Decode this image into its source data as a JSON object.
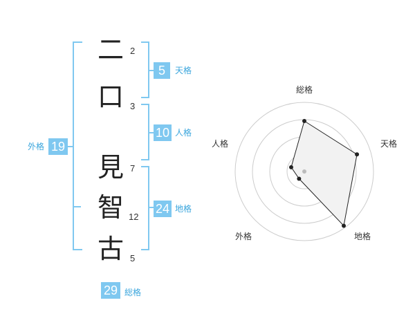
{
  "name": {
    "characters": [
      {
        "char": "二",
        "strokes": "2"
      },
      {
        "char": "口",
        "strokes": "3"
      },
      {
        "char": "見",
        "strokes": "7"
      },
      {
        "char": "智",
        "strokes": "12"
      },
      {
        "char": "古",
        "strokes": "5"
      }
    ]
  },
  "fortunes": {
    "tenkaku": {
      "value": "5",
      "label": "天格"
    },
    "jinkaku": {
      "value": "10",
      "label": "人格"
    },
    "chikaku": {
      "value": "24",
      "label": "地格"
    },
    "gaikaku": {
      "value": "19",
      "label": "外格"
    },
    "soukaku": {
      "value": "29",
      "label": "総格"
    }
  },
  "radar": {
    "axes": [
      "総格",
      "天格",
      "地格",
      "外格",
      "人格"
    ],
    "levels": 4,
    "values": [
      0.73,
      0.8,
      0.97,
      0.13,
      0.2
    ],
    "colors": {
      "grid": "#cccccc",
      "fill": "#f2f2f2",
      "line": "#222222",
      "center": "#bbbbbb"
    }
  },
  "colors": {
    "accent": "#7fc8f0",
    "accent_text": "#3ba6dd"
  }
}
